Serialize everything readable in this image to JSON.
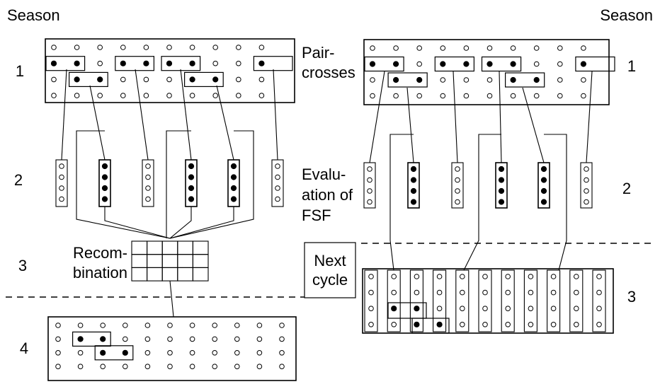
{
  "headers": {
    "left": "Season",
    "right": "Season"
  },
  "season_numbers": {
    "left": [
      "1",
      "2",
      "3",
      "4"
    ],
    "right": [
      "1",
      "2",
      "3"
    ]
  },
  "labels": {
    "pair_crosses": [
      "Pair-",
      "crosses"
    ],
    "evaluation": [
      "Evalu-",
      "ation of",
      "FSF"
    ],
    "recombination": [
      "Recom-",
      "bination"
    ],
    "next_cycle": [
      "Next",
      "cycle"
    ]
  },
  "left_scheme": {
    "season1_field": {
      "rows": 4,
      "cols": 10,
      "pairs": [
        [
          1,
          0
        ],
        [
          2,
          1
        ],
        [
          1,
          3
        ],
        [
          1,
          5
        ],
        [
          2,
          6
        ],
        [
          1,
          9
        ]
      ]
    },
    "season2_families": {
      "count": 6,
      "plants_each": 4,
      "selected": [
        false,
        true,
        false,
        true,
        true,
        false
      ]
    },
    "season3_crossing_grid": {
      "rows": 3,
      "cols": 5
    },
    "season4_field": {
      "rows": 4,
      "cols": 11,
      "pairs": [
        [
          1,
          1
        ],
        [
          2,
          2
        ]
      ]
    }
  },
  "right_scheme": {
    "season1_field": {
      "rows": 4,
      "cols": 10,
      "pairs": [
        [
          1,
          0
        ],
        [
          2,
          1
        ],
        [
          1,
          3
        ],
        [
          1,
          5
        ],
        [
          2,
          6
        ],
        [
          1,
          9
        ]
      ]
    },
    "season2_families": {
      "count": 6,
      "plants_each": 4,
      "selected": [
        false,
        true,
        false,
        true,
        true,
        false
      ]
    },
    "season3_field": {
      "rows": 4,
      "cols": 11,
      "filled": [
        [
          2,
          1
        ],
        [
          2,
          2
        ],
        [
          3,
          2
        ],
        [
          3,
          3
        ]
      ]
    }
  }
}
